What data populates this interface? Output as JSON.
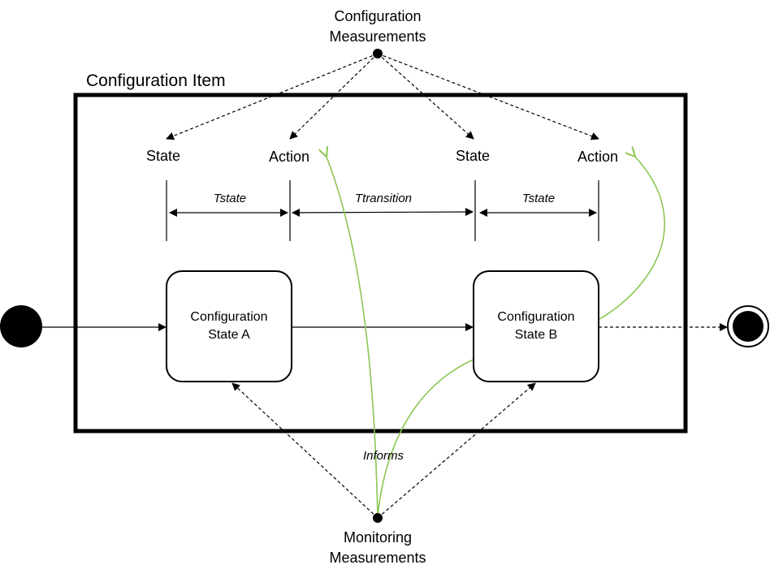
{
  "diagram": {
    "config_measurements": [
      "Configuration",
      "Measurements"
    ],
    "monitoring_measurements": [
      "Monitoring",
      "Measurements"
    ],
    "configuration_item": "Configuration Item",
    "top_labels": [
      "State",
      "Action",
      "State",
      "Action"
    ],
    "intervals": [
      "Tstate",
      "Ttransition",
      "Tstate"
    ],
    "state_a": [
      "Configuration",
      "State A"
    ],
    "state_b": [
      "Configuration",
      "State B"
    ],
    "informs": "Informs",
    "colors": {
      "line": "#000000",
      "informs_arrow": "#8cc653"
    }
  }
}
